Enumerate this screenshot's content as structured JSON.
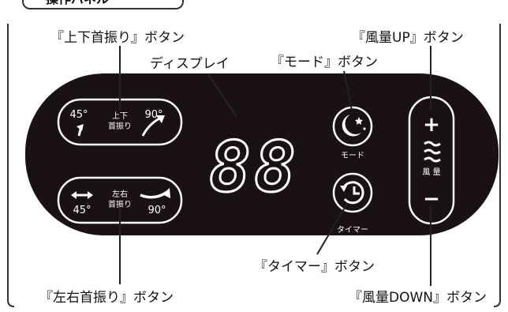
{
  "header_tab": {
    "label": "操作パネル"
  },
  "callouts": {
    "updown": "『上下首振り』ボタン",
    "display": "ディスプレイ",
    "mode": "『モード』ボタン",
    "fanup": "『風量UP』ボタン",
    "leftright": "『左右首振り』ボタン",
    "timer": "『タイマー』ボタン",
    "fandown": "『風量DOWN』ボタン"
  },
  "panel": {
    "updown_button": {
      "angle_low": "45°",
      "angle_high": "90°",
      "label_line1": "上下",
      "label_line2": "首振り"
    },
    "leftright_button": {
      "angle_low": "45°",
      "angle_high": "90°",
      "label_line1": "左右",
      "label_line2": "首振り"
    },
    "display": {
      "digits": "88"
    },
    "mode_button": {
      "label": "モード"
    },
    "timer_button": {
      "label": "タイマー"
    },
    "fan_button": {
      "plus": "+",
      "minus": "−",
      "label": "風 量"
    }
  },
  "colors": {
    "panel_bg": "#1a1212",
    "display_digit": "#ffffff",
    "outline": "#ffffff",
    "leader": "#222222"
  }
}
